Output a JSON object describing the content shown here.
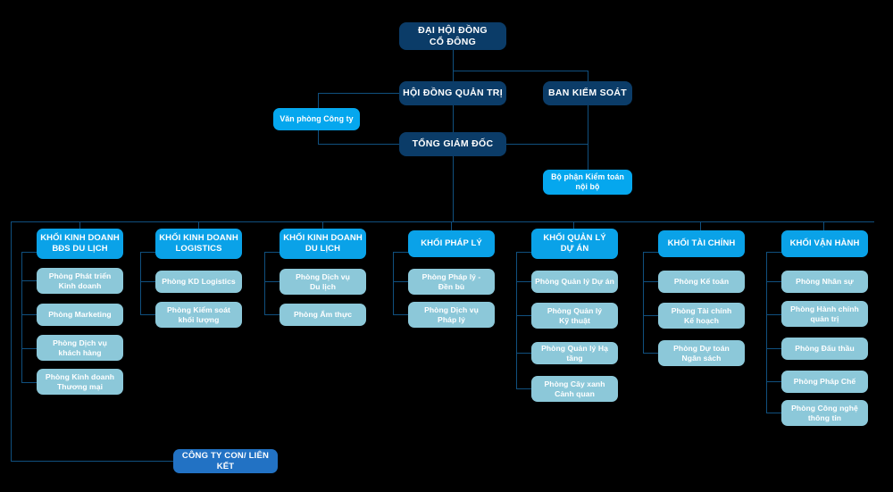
{
  "meta": {
    "title": "Sơ đồ tổ chức",
    "background": "#000000",
    "colors": {
      "root_navy": "#0b3c68",
      "division_blue": "#0aa2e8",
      "bright_blue": "#05a7ee",
      "sub_light": "#8cc8d9",
      "affiliate_blue": "#2272c4",
      "connector": "#10507f",
      "text": "#ffffff"
    }
  },
  "top": {
    "shareholders_meeting": "ĐẠI HỘI ĐỒNG\nCỔ ĐÔNG",
    "board_of_directors": "HỘI ĐỒNG QUẢN TRỊ",
    "supervisory_board": "BAN KIỂM SOÁT",
    "company_office": "Văn phòng Công ty",
    "general_director": "TỔNG GIÁM ĐỐC",
    "internal_audit": "Bộ phận Kiểm toán\nnội bộ"
  },
  "bottom": {
    "affiliates": "CÔNG TY CON/ LIÊN KẾT"
  },
  "divisions": [
    {
      "header": "KHỐI KINH DOANH\nBĐS DU LỊCH",
      "departments": [
        "Phòng Phát triển\nKinh doanh",
        "Phòng Marketing",
        "Phòng Dịch vụ\nkhách hàng",
        "Phòng Kinh doanh\nThương mại"
      ]
    },
    {
      "header": "KHỐI KINH DOANH\nLOGISTICS",
      "departments": [
        "Phòng KD Logistics",
        "Phòng Kiểm soát\nkhối lượng"
      ]
    },
    {
      "header": "KHỐI KINH DOANH\nDU LỊCH",
      "departments": [
        "Phòng Dịch vụ\nDu lịch",
        "Phòng Ẩm thực"
      ]
    },
    {
      "header": "KHỐI PHÁP LÝ",
      "departments": [
        "Phòng Pháp lý -\nĐền bù",
        "Phòng Dịch vụ\nPháp lý"
      ]
    },
    {
      "header": "KHỐI QUẢN LÝ\nDỰ ÁN",
      "departments": [
        "Phòng Quản lý Dự án",
        "Phòng Quản lý\nKỹ thuật",
        "Phòng Quản lý Hạ tầng",
        "Phòng Cây xanh\nCảnh quan"
      ]
    },
    {
      "header": "KHỐI TÀI CHÍNH",
      "departments": [
        "Phòng Kế toán",
        "Phòng Tài chính\nKế hoạch",
        "Phòng Dự toán\nNgân sách"
      ]
    },
    {
      "header": "KHỐI VẬN HÀNH",
      "departments": [
        "Phòng Nhân sự",
        "Phòng Hành chính\nquản trị",
        "Phòng Đấu thầu",
        "Phòng Pháp Chế",
        "Phòng Công nghệ\nthông tin"
      ]
    }
  ]
}
